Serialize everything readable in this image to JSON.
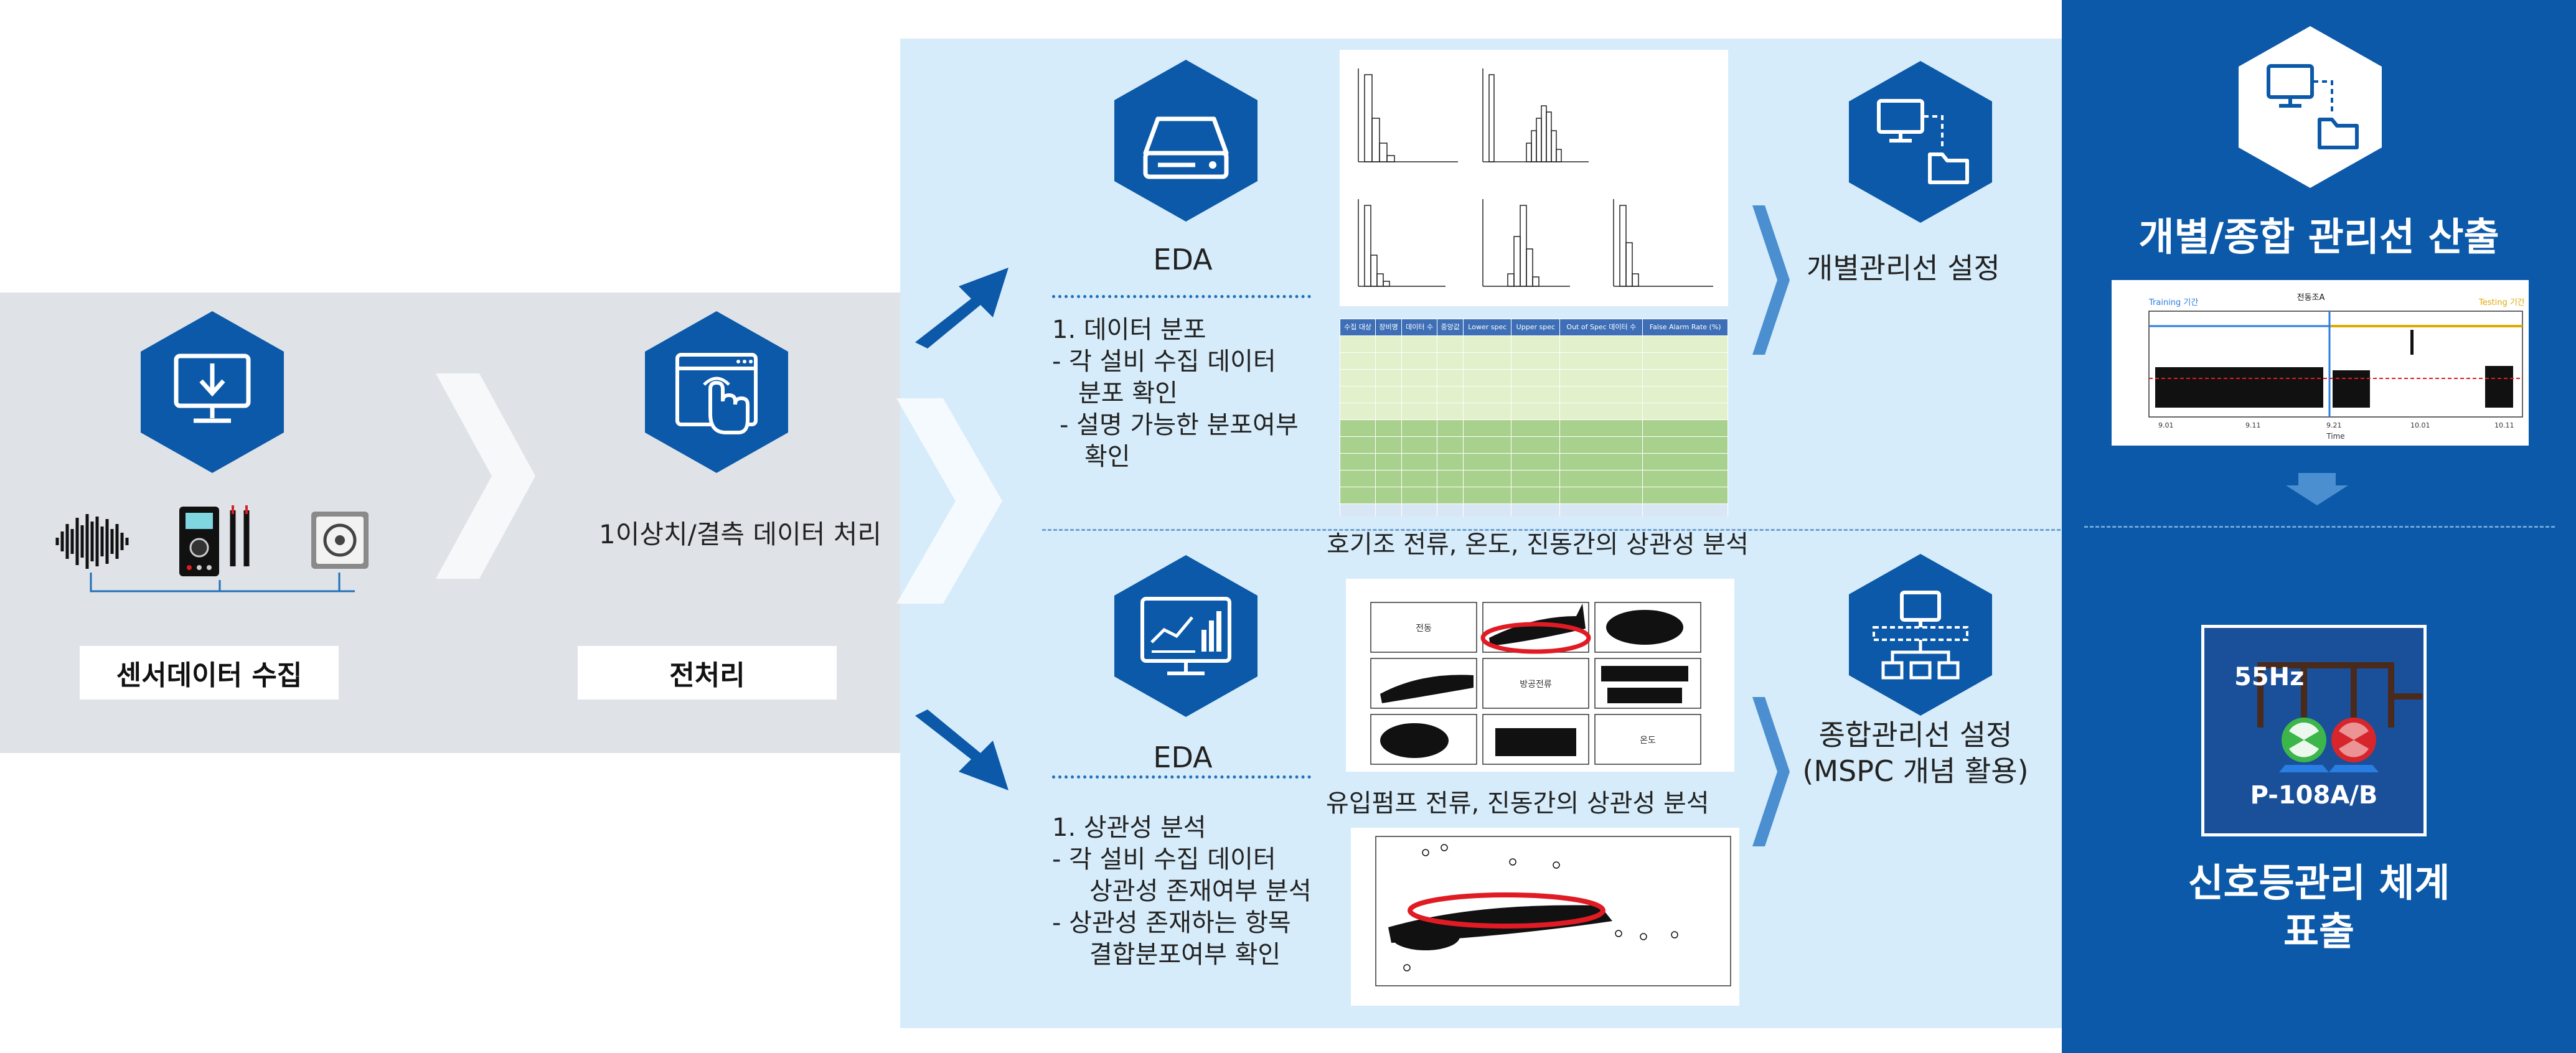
{
  "colors": {
    "brand_blue": "#0b59a8",
    "light_panel": "#d6ecfa",
    "gray_band": "#dfe3e8",
    "alert_red": "#e01b24"
  },
  "stage1": {
    "label": "센서데이터 수집",
    "icons": [
      "download-monitor-icon",
      "waveform-icon",
      "multimeter-icon",
      "speaker-sensor-icon"
    ]
  },
  "stage2": {
    "label": "전처리",
    "caption": "1이상치/결측 데이터 처리",
    "icons": [
      "touch-browser-icon"
    ]
  },
  "eda_top": {
    "title": "EDA",
    "lines": [
      "1. 데이터 분포",
      "- 각 설비 수집 데이터",
      "분포 확인",
      "- 설명 가능한 분포여부",
      "확인"
    ],
    "table_headers": [
      "수집 대상",
      "장비명",
      "데이터 수",
      "중앙값",
      "Lower spec",
      "Upper spec",
      "Out of Spec 데이터 수",
      "False Alarm Rate (%)"
    ]
  },
  "eda_bottom": {
    "title": "EDA",
    "lines": [
      "1. 상관성 분석",
      "- 각 설비 수집 데이터",
      "상관성 존재여부 분석",
      "- 상관성 존재하는 항목",
      "결합분포여부 확인"
    ],
    "scatter_caption_1": "호기조 전류, 온도, 진동간의 상관성 분석",
    "scatter_caption_2": "유입펌프 전류, 진동간의 상관성 분석",
    "matrix_labels": [
      "전동",
      "방공전류",
      "온도"
    ]
  },
  "individual": {
    "label": "개별관리선 설정"
  },
  "combined": {
    "line1": "종합관리선 설정",
    "line2": "(MSPC 개념 활용)"
  },
  "right": {
    "title": "개별/종합 관리선 산출",
    "chart_training": "Training 기간",
    "chart_testing": "Testing 기간",
    "chart_title": "전동조A",
    "chart_xlabel": "Time",
    "chart_xticks": [
      "9.01",
      "9.11",
      "9.21",
      "10.01",
      "10.11"
    ],
    "pump_freq": "55Hz",
    "pump_name": "P-108A/B",
    "bottom_title_1": "신호등관리 체계",
    "bottom_title_2": "표출"
  }
}
